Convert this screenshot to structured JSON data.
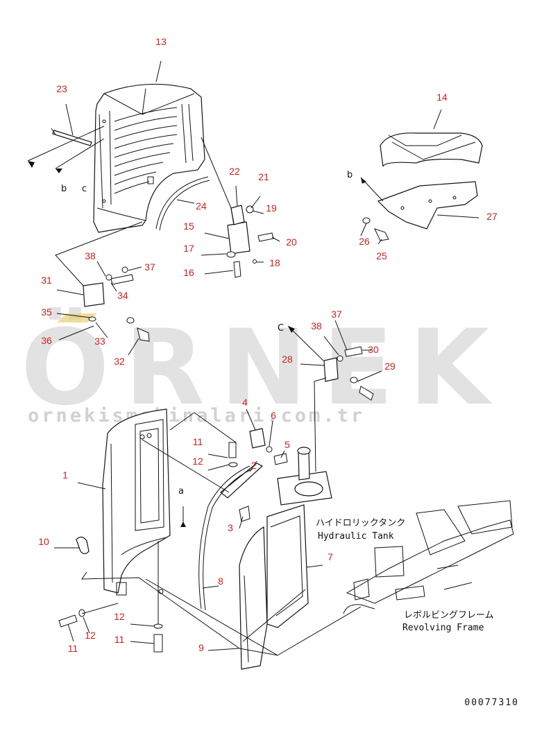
{
  "watermark": {
    "brand": "ÖRNEK",
    "url": "ornekismakinalari.com.tr"
  },
  "labels": {
    "hydraulic_tank_jp": "ハイドロリックタンク",
    "hydraulic_tank_en": "Hydraulic Tank",
    "revolving_frame_jp": "レボルビングフレーム",
    "revolving_frame_en": "Revolving Frame"
  },
  "view_markers": {
    "a": "a",
    "b_left": "b",
    "c_left": "c",
    "b_right": "b",
    "c_upper": "C"
  },
  "drawing_code": "00077310",
  "callouts": {
    "c1": "1",
    "c2": "2",
    "c3": "3",
    "c4": "4",
    "c5": "5",
    "c6": "6",
    "c7": "7",
    "c8": "8",
    "c9": "9",
    "c10": "10",
    "c11a": "11",
    "c12a": "12",
    "c12b": "12",
    "c11b": "11",
    "c12c": "12",
    "c11c": "11",
    "c13": "13",
    "c14": "14",
    "c15": "15",
    "c16": "16",
    "c17": "17",
    "c18": "18",
    "c19": "19",
    "c20": "20",
    "c21": "21",
    "c22": "22",
    "c23": "23",
    "c24": "24",
    "c25": "25",
    "c26": "26",
    "c27": "27",
    "c28": "28",
    "c29": "29",
    "c30": "30",
    "c31": "31",
    "c32": "32",
    "c33": "33",
    "c34": "34",
    "c35": "35",
    "c36": "36",
    "c37a": "37",
    "c38a": "38",
    "c37b": "37",
    "c38b": "38"
  }
}
